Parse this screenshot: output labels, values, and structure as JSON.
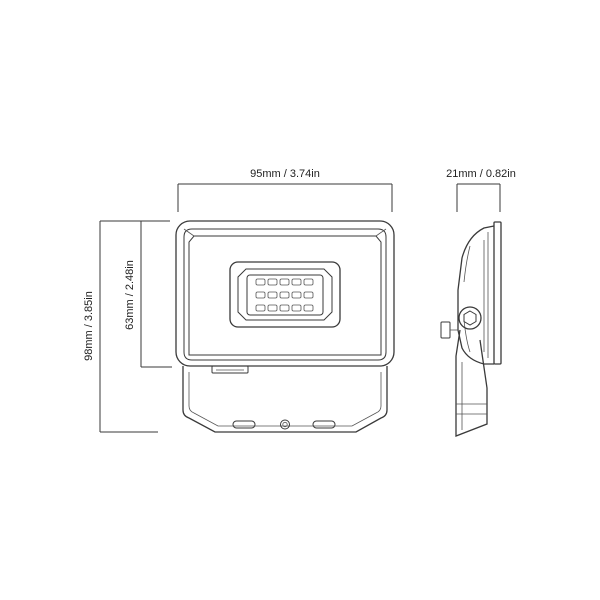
{
  "dimensions": {
    "width_front": "95mm / 3.74in",
    "depth_side": "21mm / 0.82in",
    "total_height": "98mm / 3.85in",
    "head_height": "63mm / 2.48in"
  }
}
